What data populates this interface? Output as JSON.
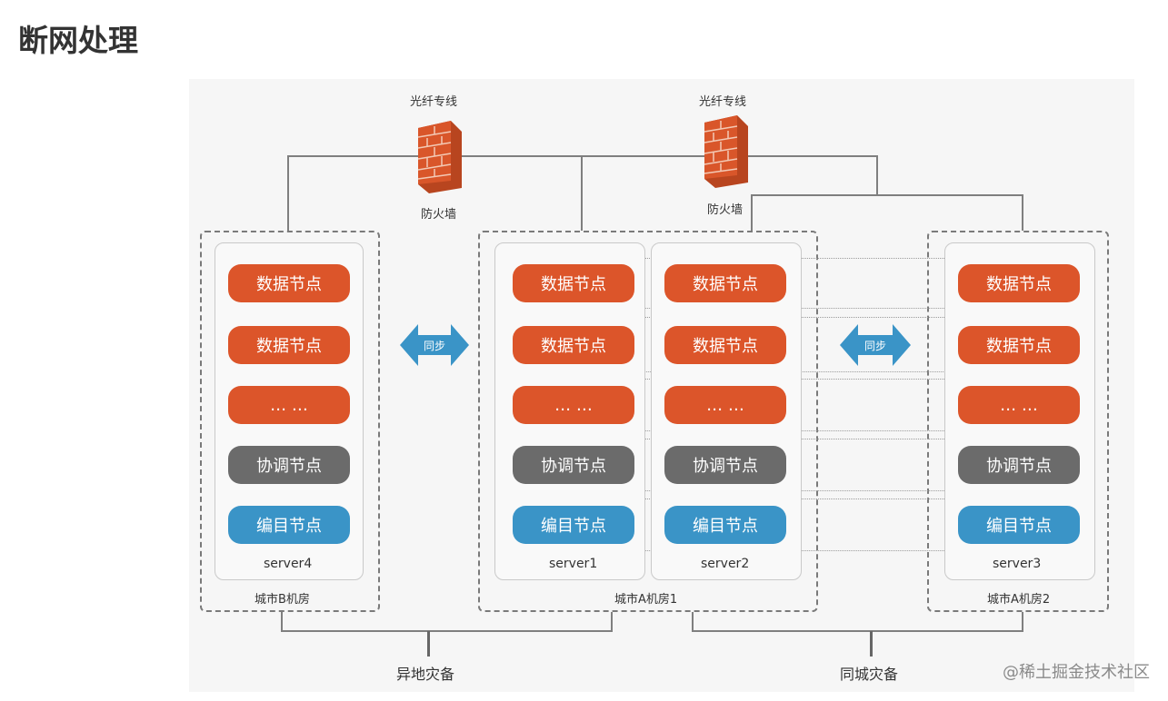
{
  "title": "断网处理",
  "watermark": "@稀土掘金技术社区",
  "colors": {
    "data_node": "#dc552a",
    "coord_node": "#6b6b6b",
    "catalog_node": "#3a94c7",
    "sync_arrow": "#3a94c7"
  },
  "firewalls": [
    {
      "top_label": "光纤专线",
      "bottom_label": "防火墙"
    },
    {
      "top_label": "光纤专线",
      "bottom_label": "防火墙"
    }
  ],
  "sync_labels": [
    "同步",
    "同步"
  ],
  "regions": {
    "city_b": "城市B机房",
    "city_a1": "城市A机房1",
    "city_a2": "城市A机房2"
  },
  "servers": [
    {
      "name": "server4",
      "nodes": [
        "数据节点",
        "数据节点",
        "… …",
        "协调节点",
        "编目节点"
      ]
    },
    {
      "name": "server1",
      "nodes": [
        "数据节点",
        "数据节点",
        "… …",
        "协调节点",
        "编目节点"
      ]
    },
    {
      "name": "server2",
      "nodes": [
        "数据节点",
        "数据节点",
        "… …",
        "协调节点",
        "编目节点"
      ]
    },
    {
      "name": "server3",
      "nodes": [
        "数据节点",
        "数据节点",
        "… …",
        "协调节点",
        "编目节点"
      ]
    }
  ],
  "backup_labels": {
    "remote": "异地灾备",
    "same_city": "同城灾备"
  }
}
